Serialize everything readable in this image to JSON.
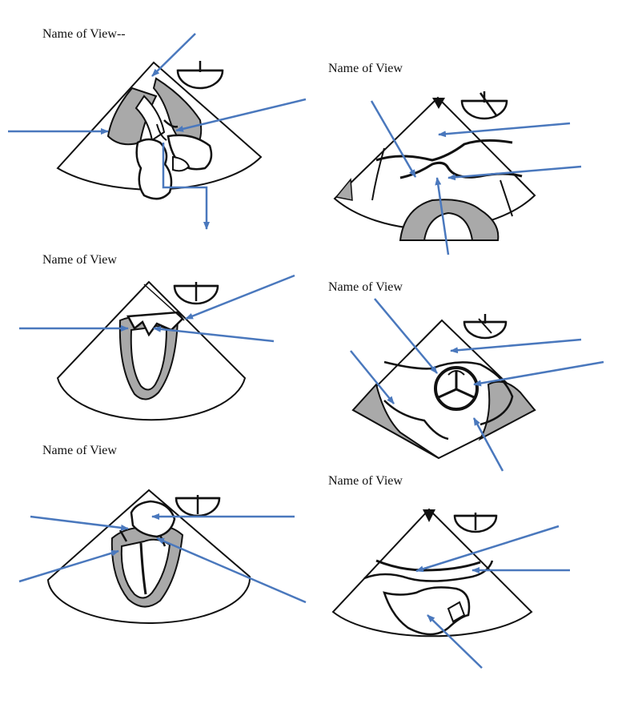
{
  "panels": [
    {
      "label": "Name of View--"
    },
    {
      "label": "Name of View"
    },
    {
      "label": "Name of View"
    },
    {
      "label": "Name of View"
    },
    {
      "label": "Name of View"
    },
    {
      "label": "Name of View"
    }
  ],
  "colors": {
    "arrow": "#4a78bd",
    "outline": "#111111",
    "wall_fill": "#a9a9a9",
    "sector_fill": "#ffffff",
    "label_text": "#111111"
  }
}
